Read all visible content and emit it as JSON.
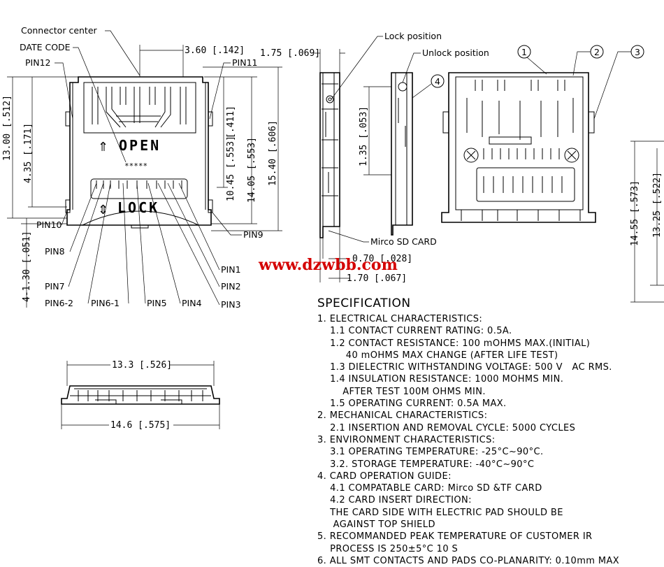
{
  "top_view": {
    "labels": {
      "connector_center": "Connector center",
      "date_code": "DATE CODE",
      "pin12": "PIN12",
      "pin11": "PIN11",
      "pin10": "PIN10",
      "pin9": "PIN9",
      "pin8": "PIN8",
      "pin7": "PIN7",
      "pin6_2": "PIN6-2",
      "pin6_1": "PIN6-1",
      "pin5": "PIN5",
      "pin4": "PIN4",
      "pin3": "PIN3",
      "pin2": "PIN2",
      "pin1": "PIN1",
      "open": "OPEN",
      "lock": "LOCK",
      "date_mark": "*****",
      "arrow_up": "⇑",
      "arrow_updown": "⇕"
    },
    "dims": {
      "d_360": "3.60 [.142]",
      "d_1300": "13.00 [.512]",
      "d_435": "4.35 [.171]",
      "d_411": "[.411]",
      "d_1045": "10.45 [.553]",
      "d_1405": "14.05 [.553]",
      "d_1540": "15.40 [.606]",
      "d_130": "4-1.30 [.051]"
    }
  },
  "side_view": {
    "labels": {
      "lock_position": "Lock position",
      "unlock_position": "Unlock position",
      "micro_sd": "Mirco SD CARD"
    },
    "dims": {
      "d_175": "1.75 [.069]",
      "d_135": "1.35 [.053]",
      "d_070": "0.70 [.028]",
      "d_170": "1.70 [.067]"
    }
  },
  "bottom_view": {
    "callouts": [
      "1",
      "2",
      "3",
      "4"
    ],
    "dims": {
      "d_1455": "14.55 [.573]",
      "d_1325": "13.25 [.522]"
    }
  },
  "front_view": {
    "dims": {
      "d_133": "13.3 [.526]",
      "d_146": "14.6 [.575]"
    }
  },
  "watermark": "www.dzwbb.com",
  "spec": {
    "title": "SPECIFICATION",
    "lines": [
      "1. ELECTRICAL CHARACTERISTICS:",
      "    1.1 CONTACT CURRENT RATING: 0.5A.",
      "    1.2 CONTACT RESISTANCE: 100 mOHMS MAX.(INITIAL)",
      "         40 mOHMS MAX CHANGE (AFTER LIFE TEST)",
      "    1.3 DIELECTRIC WITHSTANDING VOLTAGE: 500 V   AC RMS.",
      "    1.4 INSULATION RESISTANCE: 1000 MOHMS MIN.",
      "        AFTER TEST 100M OHMS MIN.",
      "    1.5 OPERATING CURRENT: 0.5A MAX.",
      "2. MECHANICAL CHARACTERISTICS:",
      "    2.1 INSERTION AND REMOVAL CYCLE: 5000 CYCLES",
      "3. ENVIRONMENT CHARACTERISTICS:",
      "    3.1 OPERATING TEMPERATURE: -25°C~90°C.",
      "    3.2. STORAGE TEMPERATURE: -40°C~90°C",
      "4. CARD OPERATION GUIDE:",
      "    4.1 COMPATABLE CARD: Mirco SD &TF CARD",
      "    4.2 CARD INSERT DIRECTION:",
      "    THE CARD SIDE WITH ELECTRIC PAD SHOULD BE",
      "     AGAINST TOP SHIELD",
      "5. RECOMMANDED PEAK TEMPERATURE OF CUSTOMER IR",
      "    PROCESS IS 250±5°C 10 S",
      "6. ALL SMT CONTACTS AND PADS CO-PLANARITY: 0.10mm MAX"
    ]
  }
}
